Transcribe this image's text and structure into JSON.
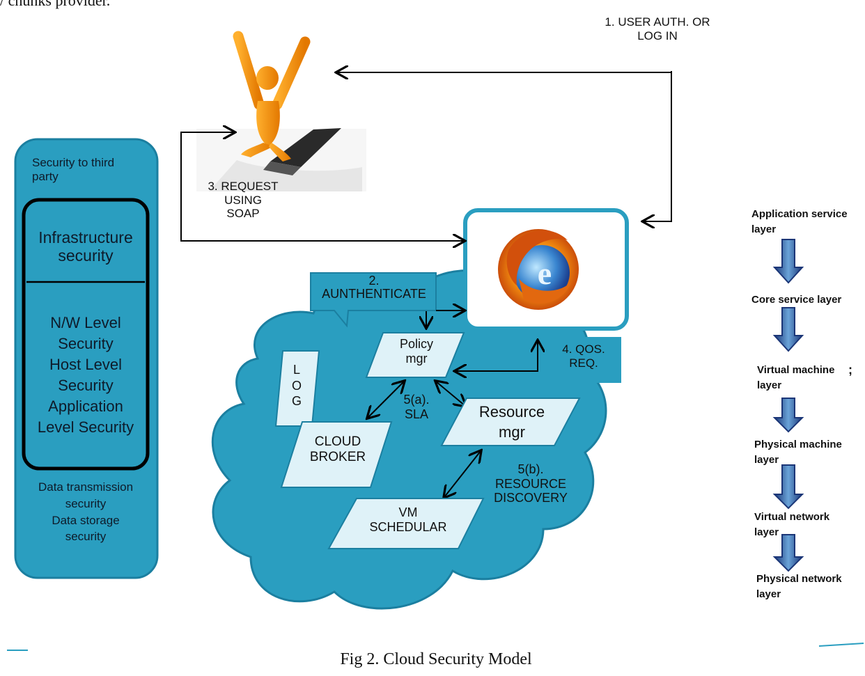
{
  "top_fragment": "/ chunks provider.",
  "caption": "Fig 2. Cloud Security Model",
  "left_panel": {
    "title": "Security to third\nparty",
    "infra": "Infrastructure\nsecurity",
    "levels": "N/W Level\nSecurity\nHost Level\nSecurity\nApplication\nLevel Security",
    "bottom": "Data transmission\nsecurity\nData storage\nsecurity"
  },
  "flow": {
    "step1": "1. USER AUTH. OR\nLOG IN",
    "step2": "2.\nAUNTHENTICATE",
    "step3": "3. REQUEST\nUSING\nSOAP",
    "step4": "4. QOS.\nREQ.",
    "step5a": "5(a).\nSLA",
    "step5b": "5(b).\nRESOURCE\nDISCOVERY"
  },
  "cloud_components": {
    "log": "L\nO\nG",
    "policy": "Policy\nmgr",
    "resource": "Resource\nmgr",
    "broker": "CLOUD\nBROKER",
    "vm": "VM\nSCHEDULAR"
  },
  "layers": [
    "Application service\nlayer",
    "Core service layer",
    "Virtual machine\nlayer",
    "Physical machine\nlayer",
    "Virtual network\nlayer",
    "Physical network\nlayer"
  ],
  "colors": {
    "teal": "#2a9ec0",
    "teal_dark": "#1b7fa0",
    "pale": "#dff2f8",
    "navy": "#1f3f8a",
    "orange": "#f0900a"
  }
}
